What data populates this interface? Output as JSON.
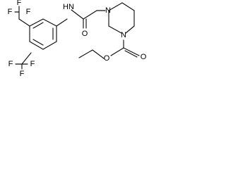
{
  "molecule": {
    "atoms": {
      "f_top_1": "F",
      "f_top_2": "F",
      "f_top_3": "F",
      "f_bottom_1": "F",
      "f_bottom_2": "F",
      "f_bottom_3": "F",
      "amide_n": "N",
      "amide_h": "H",
      "amide_o": "O",
      "piperazine_n_1": "N",
      "piperazine_n_2": "N",
      "ester_o_carbonyl": "O",
      "ester_o_ether": "O"
    }
  }
}
